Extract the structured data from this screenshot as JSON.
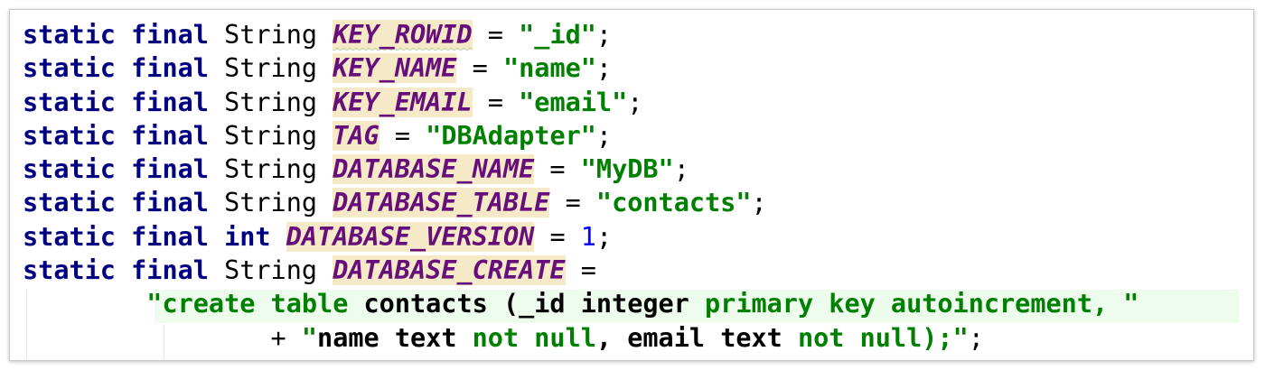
{
  "editor": {
    "lines": [
      {
        "tokens": [
          {
            "t": "static",
            "c": "kw"
          },
          {
            "t": " ",
            "c": "plain"
          },
          {
            "t": "final",
            "c": "kw"
          },
          {
            "t": " String ",
            "c": "plain"
          },
          {
            "t": "KEY_ROWID",
            "c": "fld squiggle"
          },
          {
            "t": " = ",
            "c": "plain"
          },
          {
            "t": "\"_id\"",
            "c": "str"
          },
          {
            "t": ";",
            "c": "plain"
          }
        ]
      },
      {
        "tokens": [
          {
            "t": "static",
            "c": "kw"
          },
          {
            "t": " ",
            "c": "plain"
          },
          {
            "t": "final",
            "c": "kw"
          },
          {
            "t": " String ",
            "c": "plain"
          },
          {
            "t": "KEY_NAME",
            "c": "fld"
          },
          {
            "t": " = ",
            "c": "plain"
          },
          {
            "t": "\"name\"",
            "c": "str"
          },
          {
            "t": ";",
            "c": "plain"
          }
        ]
      },
      {
        "tokens": [
          {
            "t": "static",
            "c": "kw"
          },
          {
            "t": " ",
            "c": "plain"
          },
          {
            "t": "final",
            "c": "kw"
          },
          {
            "t": " String ",
            "c": "plain"
          },
          {
            "t": "KEY_EMAIL",
            "c": "fld"
          },
          {
            "t": " = ",
            "c": "plain"
          },
          {
            "t": "\"email\"",
            "c": "str"
          },
          {
            "t": ";",
            "c": "plain"
          }
        ]
      },
      {
        "tokens": [
          {
            "t": "static",
            "c": "kw"
          },
          {
            "t": " ",
            "c": "plain"
          },
          {
            "t": "final",
            "c": "kw"
          },
          {
            "t": " String ",
            "c": "plain"
          },
          {
            "t": "TAG",
            "c": "fld"
          },
          {
            "t": " = ",
            "c": "plain"
          },
          {
            "t": "\"DBAdapter\"",
            "c": "str"
          },
          {
            "t": ";",
            "c": "plain"
          }
        ]
      },
      {
        "tokens": [
          {
            "t": "static",
            "c": "kw"
          },
          {
            "t": " ",
            "c": "plain"
          },
          {
            "t": "final",
            "c": "kw"
          },
          {
            "t": " String ",
            "c": "plain"
          },
          {
            "t": "DATABASE_NAME",
            "c": "fld"
          },
          {
            "t": " = ",
            "c": "plain"
          },
          {
            "t": "\"MyDB\"",
            "c": "str"
          },
          {
            "t": ";",
            "c": "plain"
          }
        ]
      },
      {
        "tokens": [
          {
            "t": "static",
            "c": "kw"
          },
          {
            "t": " ",
            "c": "plain"
          },
          {
            "t": "final",
            "c": "kw"
          },
          {
            "t": " String ",
            "c": "plain"
          },
          {
            "t": "DATABASE_TABLE",
            "c": "fld"
          },
          {
            "t": " = ",
            "c": "plain"
          },
          {
            "t": "\"contacts\"",
            "c": "str"
          },
          {
            "t": ";",
            "c": "plain"
          }
        ]
      },
      {
        "tokens": [
          {
            "t": "static",
            "c": "kw"
          },
          {
            "t": " ",
            "c": "plain"
          },
          {
            "t": "final",
            "c": "kw"
          },
          {
            "t": " ",
            "c": "plain"
          },
          {
            "t": "int",
            "c": "kw"
          },
          {
            "t": " ",
            "c": "plain"
          },
          {
            "t": "DATABASE_VERSION",
            "c": "fld"
          },
          {
            "t": " = ",
            "c": "plain"
          },
          {
            "t": "1",
            "c": "num"
          },
          {
            "t": ";",
            "c": "plain"
          }
        ]
      },
      {
        "tokens": [
          {
            "t": "static",
            "c": "kw"
          },
          {
            "t": " ",
            "c": "plain"
          },
          {
            "t": "final",
            "c": "kw"
          },
          {
            "t": " String ",
            "c": "plain"
          },
          {
            "t": "DATABASE_CREATE",
            "c": "fld"
          },
          {
            "t": " =",
            "c": "plain"
          }
        ]
      },
      {
        "tokens": [
          {
            "t": "        ",
            "c": "plain"
          },
          {
            "t": "\"",
            "c": "str"
          },
          {
            "t": "create table",
            "c": "str kw"
          },
          {
            "t": " contacts (_id integer ",
            "c": "str plain"
          },
          {
            "t": "primary key autoincrement",
            "c": "str kw"
          },
          {
            "t": ", \"",
            "c": "str"
          }
        ]
      },
      {
        "tokens": [
          {
            "t": "                ",
            "c": "plain"
          },
          {
            "t": "+ ",
            "c": "plain"
          },
          {
            "t": "\"",
            "c": "str"
          },
          {
            "t": "name text ",
            "c": "str plain"
          },
          {
            "t": "not null",
            "c": "str kw"
          },
          {
            "t": ", email text ",
            "c": "str plain"
          },
          {
            "t": "not null",
            "c": "str kw"
          },
          {
            "t": ");\"",
            "c": "str"
          },
          {
            "t": ";",
            "c": "plain"
          }
        ]
      }
    ]
  },
  "colors": {
    "keyword": "#000080",
    "field": "#660e7a",
    "field_highlight": "#f5e9c8",
    "string": "#008000",
    "number": "#0000ff",
    "injected_bg": "#edfced"
  }
}
